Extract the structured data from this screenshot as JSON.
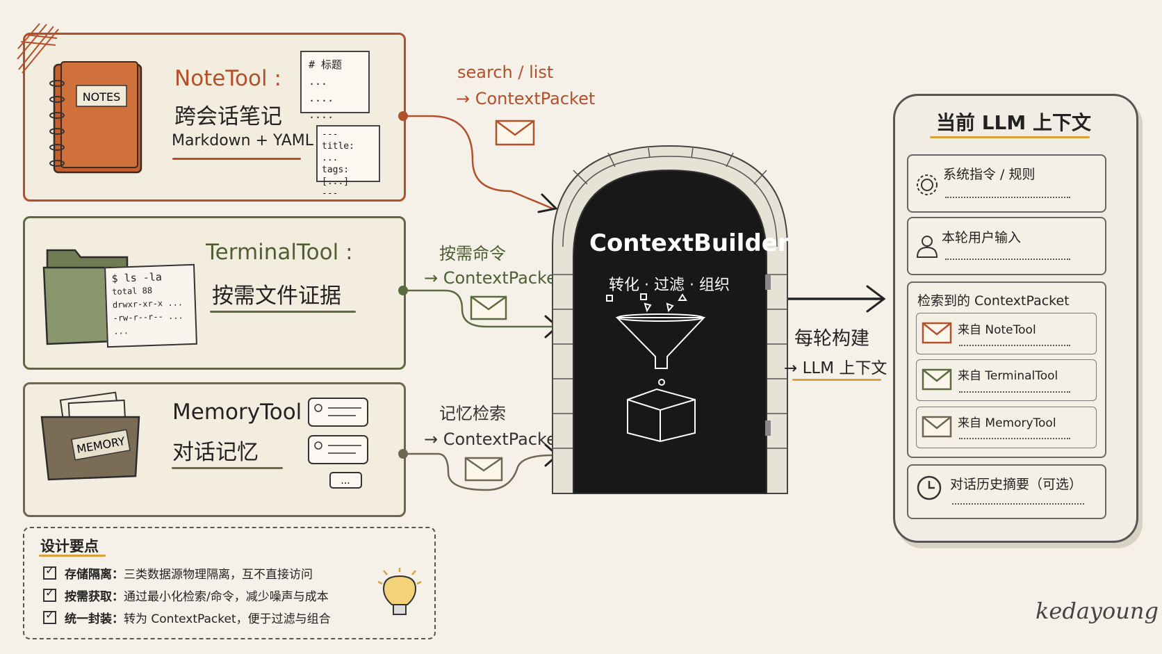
{
  "tools": [
    {
      "id": "note",
      "title": "NoteTool :",
      "subtitle": "跨会话笔记",
      "detail": "Markdown + YAML",
      "icon_label": "NOTES",
      "color": "#b3502c",
      "doc1": [
        "# 标题 ...",
        "....",
        "...."
      ],
      "doc2": [
        "---",
        "title: ...",
        "tags: [...]",
        "---"
      ]
    },
    {
      "id": "terminal",
      "title": "TerminalTool :",
      "subtitle": "按需文件证据",
      "color": "#5b6b3f",
      "terminal_lines": [
        "$ ls -la",
        "total 88",
        "drwxr-xr-x ...",
        "-rw-r--r-- ...",
        "..."
      ]
    },
    {
      "id": "memory",
      "title": "MemoryTool :",
      "subtitle": "对话记忆",
      "icon_label": "MEMORY",
      "color": "#6f6652"
    }
  ],
  "flows": [
    {
      "line1": "search / list",
      "line2": "→ ContextPacket",
      "color": "#b3502c"
    },
    {
      "line1": "按需命令",
      "line2": "→ ContextPacket",
      "color": "#5b6b3f"
    },
    {
      "line1": "记忆检索",
      "line2": "→ ContextPacket",
      "color": "#6f6652"
    }
  ],
  "builder": {
    "title": "ContextBuilder",
    "subtitle": "转化 · 过滤 · 组织"
  },
  "build_label": {
    "line1": "每轮构建",
    "line2": "→ LLM 上下文"
  },
  "panel": {
    "title": "当前 LLM 上下文",
    "slots": [
      {
        "label": "系统指令 / 规则",
        "icon": "gear-icon"
      },
      {
        "label": "本轮用户输入",
        "icon": "user-icon"
      },
      {
        "label": "检索到的 ContextPacket",
        "icon": "none"
      },
      {
        "label": "对话历史摘要（可选）",
        "icon": "clock-icon"
      }
    ],
    "packets": [
      {
        "label": "来自 NoteTool",
        "color": "#b3502c"
      },
      {
        "label": "来自 TerminalTool",
        "color": "#5b6b3f"
      },
      {
        "label": "来自 MemoryTool",
        "color": "#6f6652"
      }
    ]
  },
  "design": {
    "title": "设计要点",
    "items": [
      {
        "bold": "存储隔离：",
        "text": "三类数据源物理隔离，互不直接访问"
      },
      {
        "bold": "按需获取：",
        "text": "通过最小化检索/命令，减少噪声与成本"
      },
      {
        "bold": "统一封装：",
        "text": "转为 ContextPacket，便于过滤与组合"
      }
    ]
  },
  "signature": "kedayoung",
  "colors": {
    "background": "#f5f1e8",
    "note": "#b3502c",
    "terminal": "#5b6b3f",
    "memory": "#6f6652",
    "accent": "#d9a03a"
  }
}
